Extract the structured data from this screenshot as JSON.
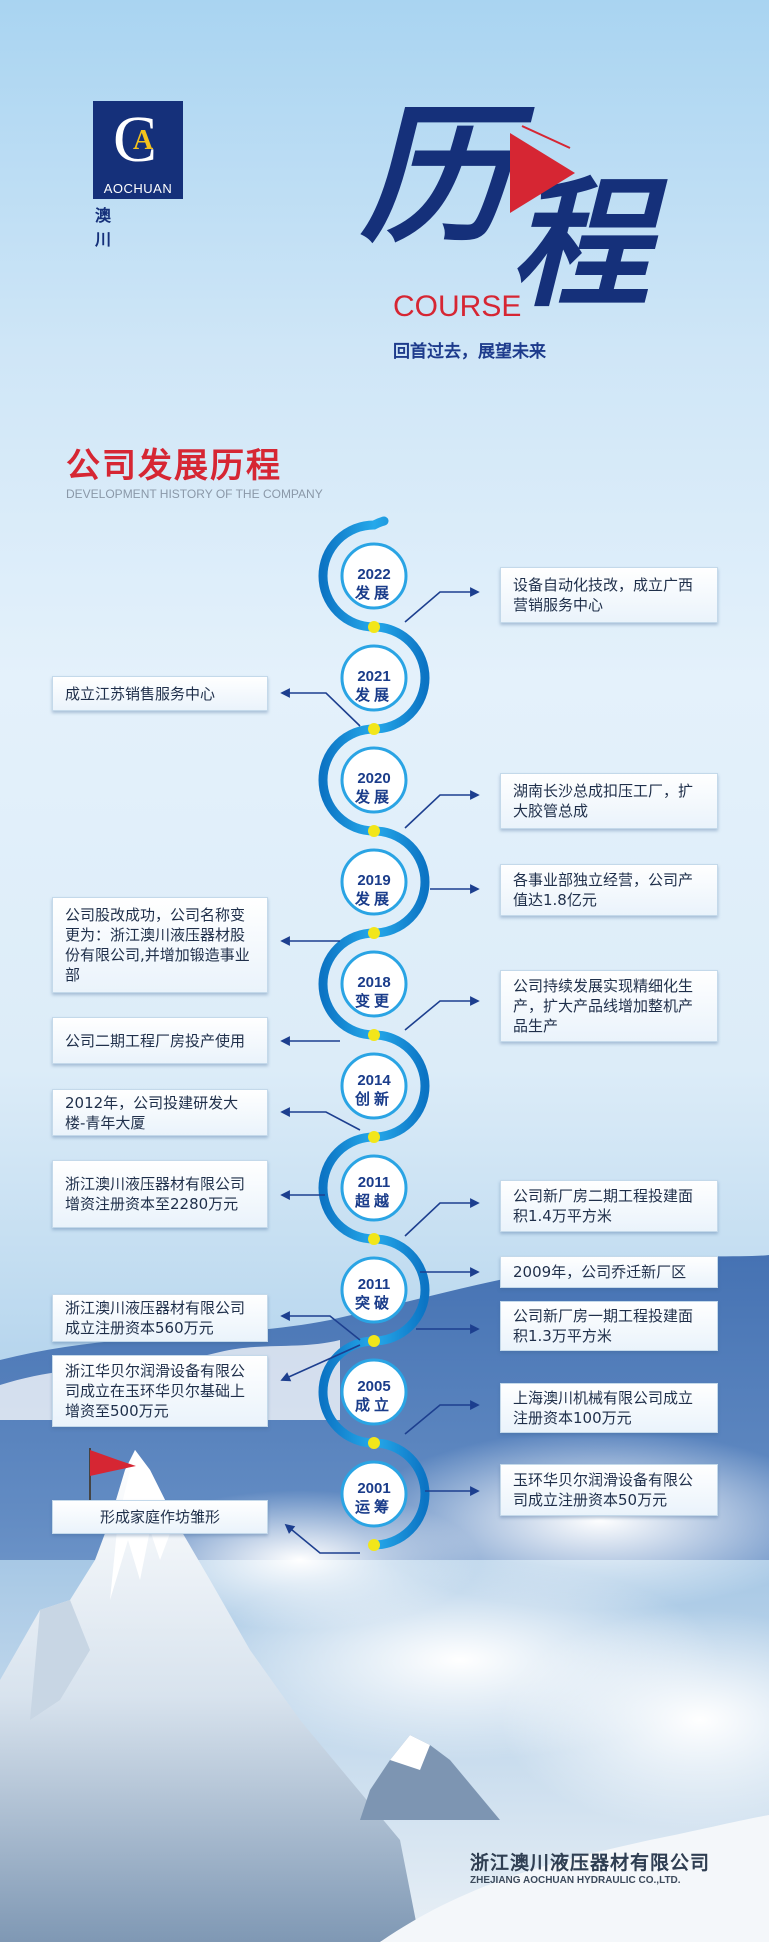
{
  "logo": {
    "letters": "CA",
    "brand": "AOCHUAN",
    "cn": "澳川"
  },
  "header": {
    "title_cn": "历程",
    "course": "COURSE",
    "slogan": "回首过去，展望未来"
  },
  "section": {
    "title": "公司发展历程",
    "subtitle": "DEVELOPMENT HISTORY OF THE COMPANY"
  },
  "milestones": [
    {
      "year": "2022",
      "stage": "发展"
    },
    {
      "year": "2021",
      "stage": "发展"
    },
    {
      "year": "2020",
      "stage": "发展"
    },
    {
      "year": "2019",
      "stage": "发展"
    },
    {
      "year": "2018",
      "stage": "变更"
    },
    {
      "year": "2014",
      "stage": "创新"
    },
    {
      "year": "2011",
      "stage": "超越"
    },
    {
      "year": "2011",
      "stage": "突破"
    },
    {
      "year": "2005",
      "stage": "成立"
    },
    {
      "year": "2001",
      "stage": "运筹"
    }
  ],
  "events": [
    "设备自动化技改，成立广西营销服务中心",
    "成立江苏销售服务中心",
    "湖南长沙总成扣压工厂，扩大胶管总成",
    "各事业部独立经营，公司产值达1.8亿元",
    "公司股改成功，公司名称变更为：浙江澳川液压器材股份有限公司,并增加锻造事业部",
    "公司持续发展实现精细化生产，扩大产品线增加整机产品生产",
    "公司二期工程厂房投产使用",
    "2012年，公司投建研发大楼-青年大厦",
    "浙江澳川液压器材有限公司增资注册资本至2280万元",
    "公司新厂房二期工程投建面积1.4万平方米",
    "2009年，公司乔迁新厂区",
    "浙江澳川液压器材有限公司成立注册资本560万元",
    "公司新厂房一期工程投建面积1.3万平方米",
    "浙江华贝尔润滑设备有限公司成立在玉环华贝尔基础上增资至500万元",
    "上海澳川机械有限公司成立注册资本100万元",
    "玉环华贝尔润滑设备有限公司成立注册资本50万元",
    "形成家庭作坊雏形"
  ],
  "footer": {
    "company_cn": "浙江澳川液压器材有限公司",
    "company_en": "ZHEJIANG AOCHUAN HYDRAULIC CO.,LTD."
  },
  "colors": {
    "red": "#d62633",
    "navy": "#1a3c8a",
    "blue": "#0a8cd6",
    "yellow": "#f2e61a"
  }
}
